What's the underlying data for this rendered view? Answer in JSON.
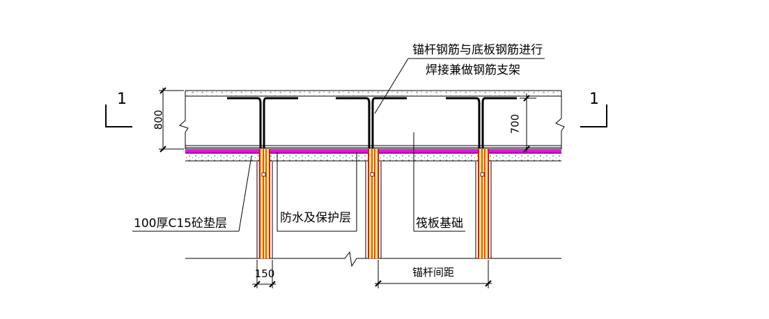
{
  "labels": {
    "anchor_note_line1": "锚杆钢筋与底板钢筋进行",
    "anchor_note_line2": "焊接兼做钢筋支架",
    "cushion_layer": "100厚C15砼垫层",
    "waterproof_layer": "防水及保护层",
    "raft_foundation": "筏板基础"
  },
  "dimensions": {
    "slab_thickness": "800",
    "anchor_depth": "700",
    "anchor_width": "150",
    "anchor_spacing": "锚杆间距"
  },
  "section_marks": {
    "left": "1",
    "right": "1"
  },
  "colors": {
    "line": "#000000",
    "waterproof": "#ff00ff",
    "anchor_red": "#ff0000",
    "anchor_core": "#ffff80"
  }
}
